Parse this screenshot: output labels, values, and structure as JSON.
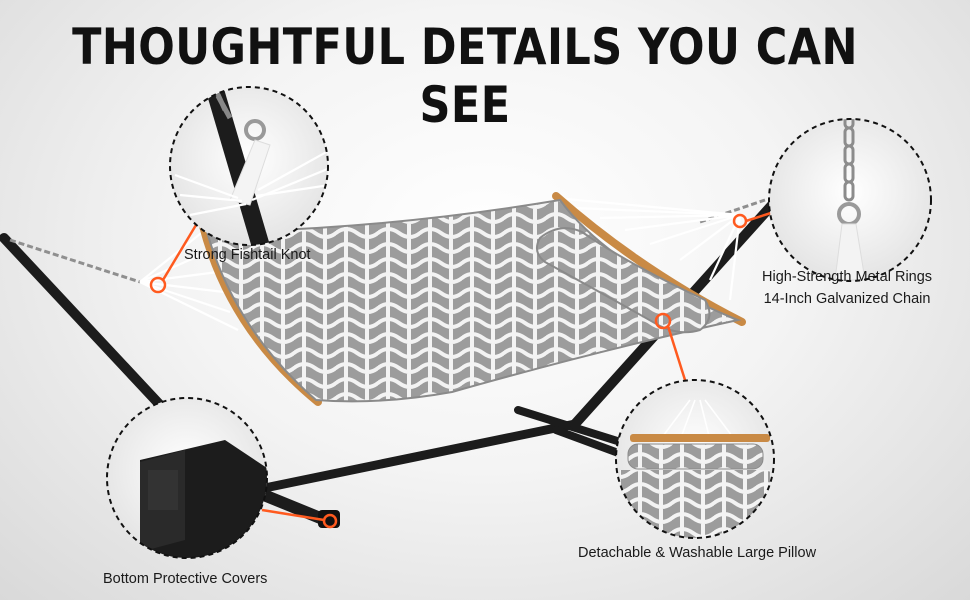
{
  "headline": "THOUGHTFUL DETAILS YOU CAN SEE",
  "callouts": {
    "fishtail_knot": "Strong Fishtail Knot",
    "metal_rings": "High-Strength Metal Rings",
    "chain": "14-Inch Galvanized Chain",
    "protective_covers": "Bottom Protective Covers",
    "pillow": "Detachable & Washable Large Pillow"
  },
  "colors": {
    "accent": "#ff5a1f",
    "frame": "#1c1c1c",
    "fabric": "#9e9e9e",
    "fabric_pattern": "#f4f4f4",
    "wood": "#c98a45",
    "rope": "#ffffff"
  }
}
